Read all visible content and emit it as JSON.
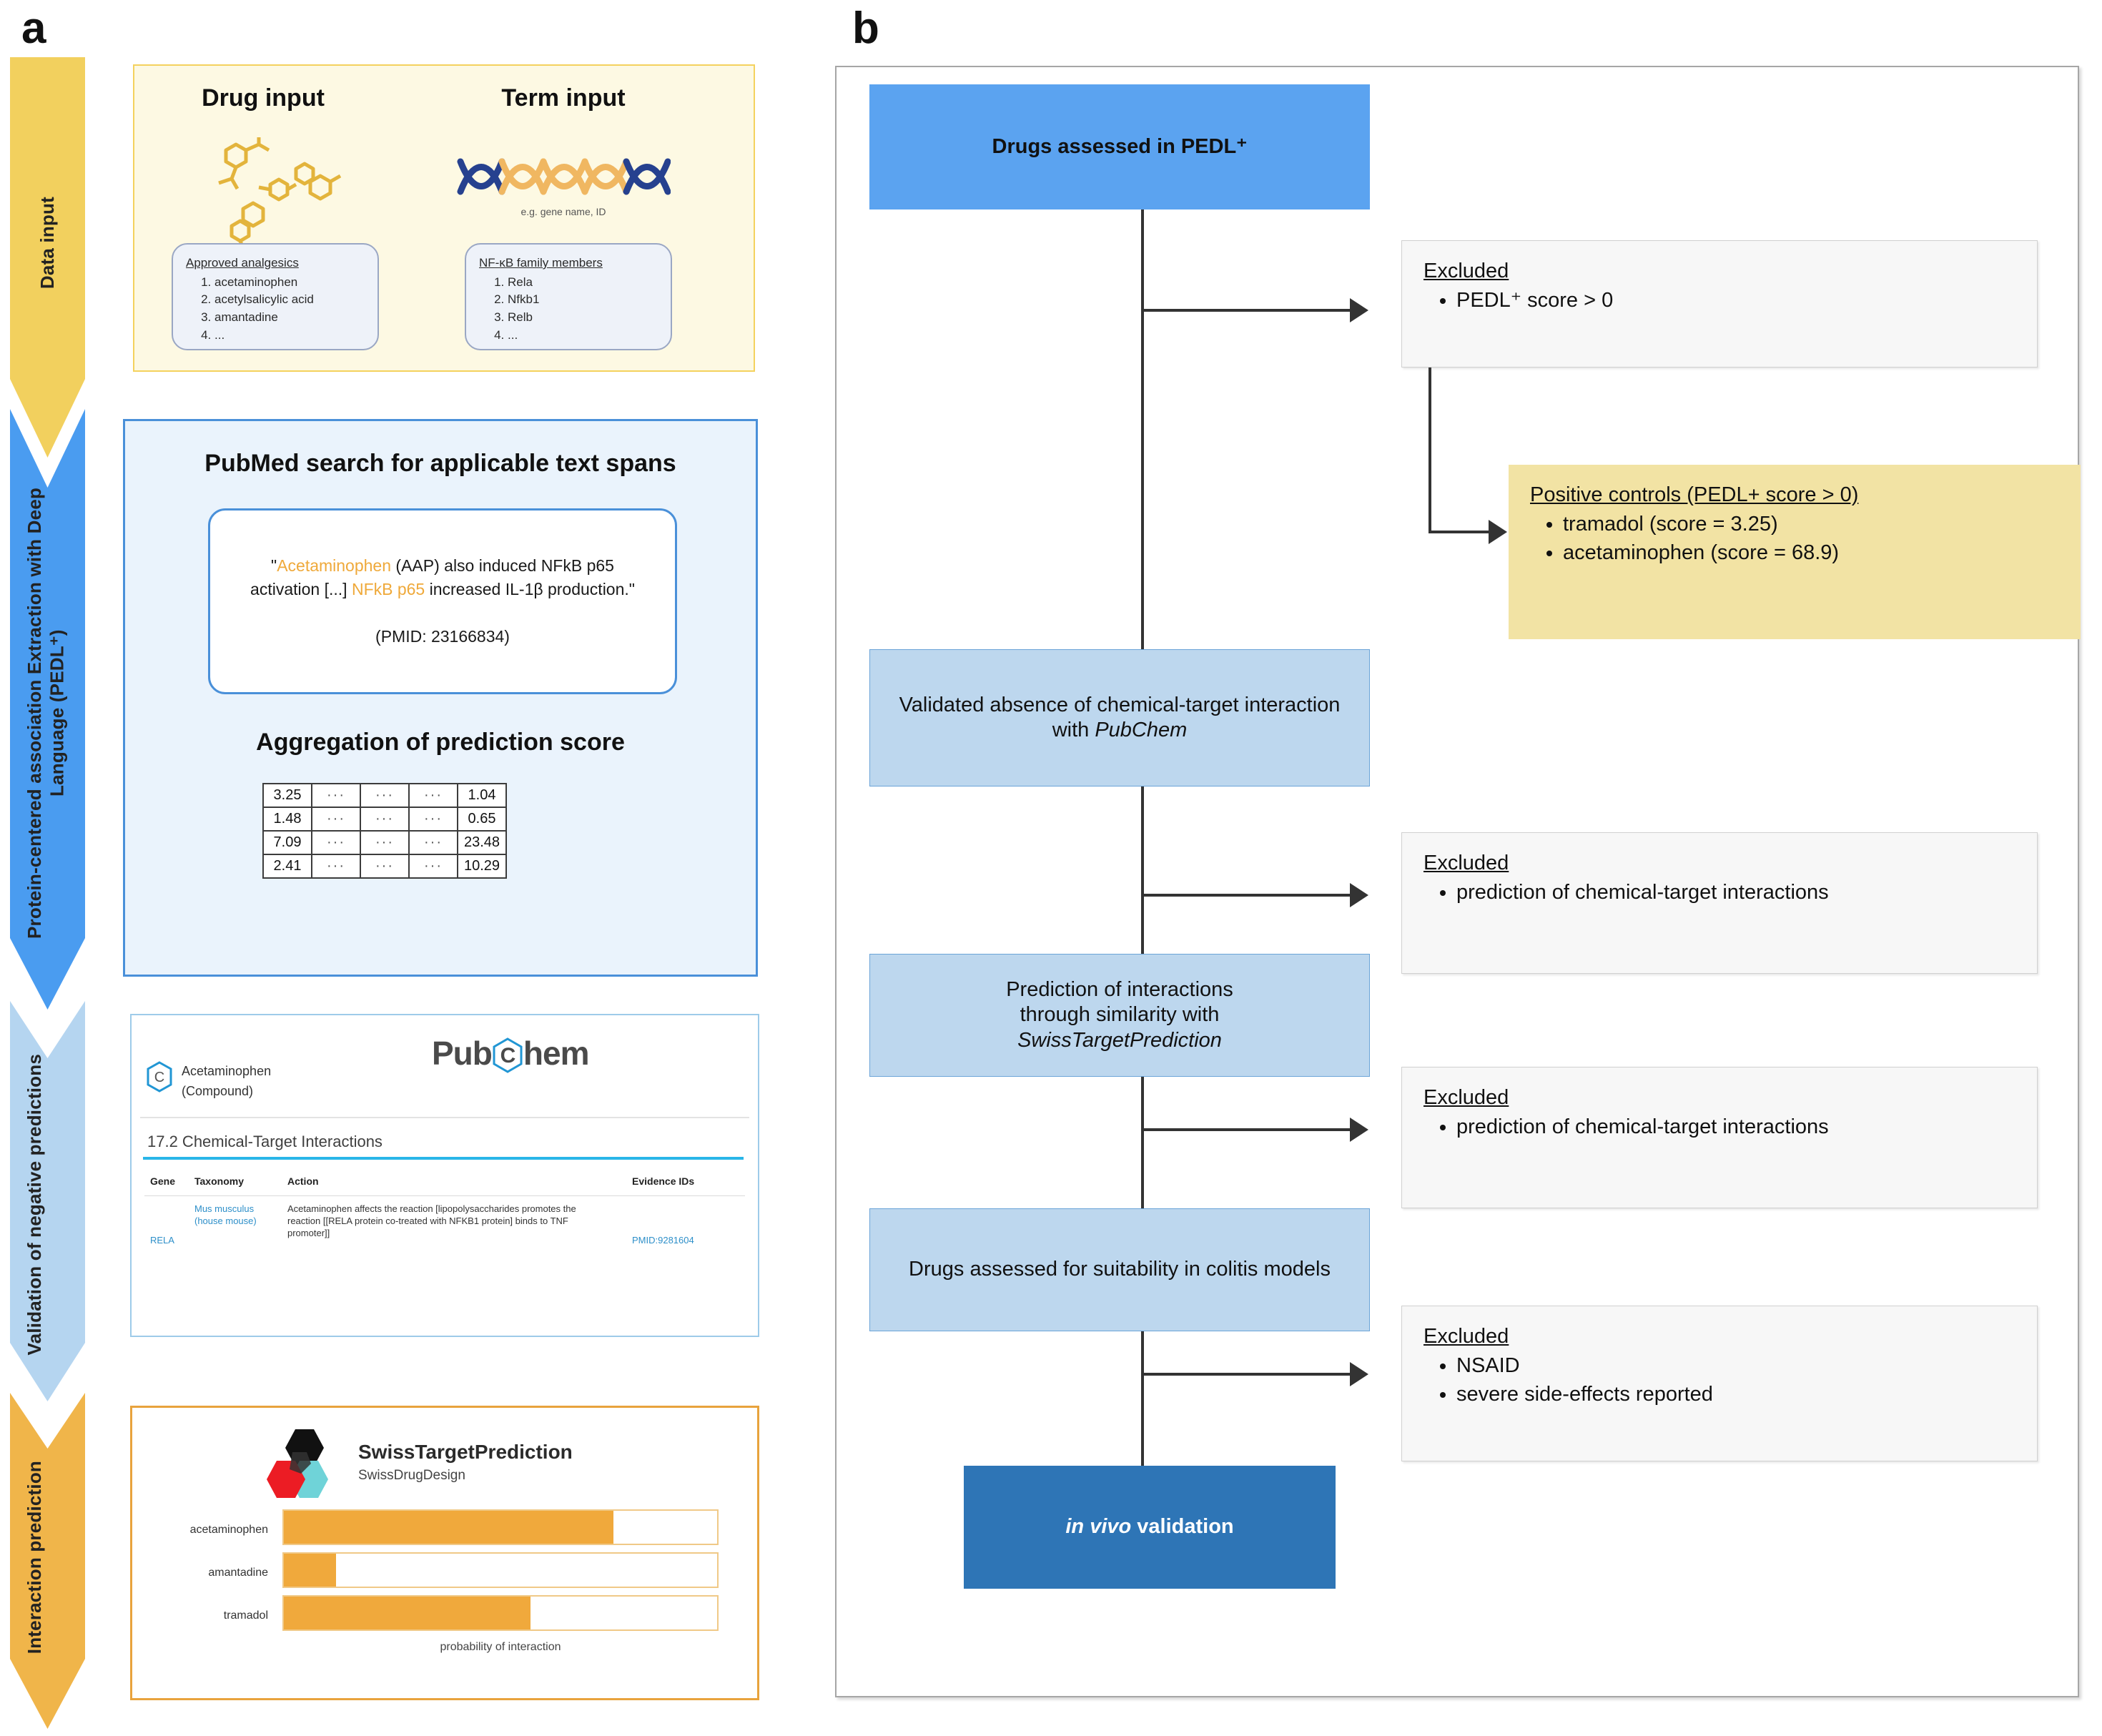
{
  "panels": {
    "a_letter": "a",
    "b_letter": "b"
  },
  "panel_a": {
    "stages": [
      {
        "label": "Data input",
        "color": "#f2d05e"
      },
      {
        "label": "Protein-centered association Extraction with Deep Language (PEDL⁺)",
        "color": "#4a9cf0"
      },
      {
        "label": "Validation of negative predictions",
        "color": "#b5d5f0"
      },
      {
        "label": "Interaction prediction",
        "color": "#f0b54a"
      }
    ],
    "data_input": {
      "drug_title": "Drug input",
      "term_title": "Term input",
      "term_caption": "e.g. gene name, ID",
      "drug_list": {
        "heading": "Approved analgesics",
        "items": [
          "acetaminophen",
          "acetylsalicylic acid",
          "amantadine",
          "..."
        ]
      },
      "term_list": {
        "heading": "NF-κB family members",
        "items": [
          "Rela",
          "Nfkb1",
          "Relb",
          "..."
        ]
      }
    },
    "pedl": {
      "title": "PubMed search for applicable text spans",
      "quote_pre": "\"",
      "quote_hl1": "Acetaminophen",
      "quote_mid1": " (AAP) also induced NFkB p65 activation [...] ",
      "quote_hl2": "NFkB p65",
      "quote_mid2": " increased IL-1β production.\"",
      "pmid": "(PMID: 23166834)",
      "agg_title": "Aggregation of prediction score",
      "table_rows": [
        [
          "3.25",
          "···",
          "···",
          "···",
          "1.04"
        ],
        [
          "1.48",
          "···",
          "···",
          "···",
          "0.65"
        ],
        [
          "7.09",
          "···",
          "···",
          "···",
          "23.48"
        ],
        [
          "2.41",
          "···",
          "···",
          "···",
          "10.29"
        ]
      ]
    },
    "pubchem": {
      "logo_pre": "Pub",
      "logo_hex": "C",
      "logo_post": "hem",
      "compound_name": "Acetaminophen",
      "compound_kind": "(Compound)",
      "section": "17.2 Chemical-Target Interactions",
      "headers": [
        "Gene",
        "Taxonomy",
        "Action",
        "Evidence  IDs"
      ],
      "row": {
        "gene": "RELA",
        "taxonomy": "Mus musculus (house mouse)",
        "action": "Acetaminophen affects the reaction [lipopolysaccharides promotes the reaction [[RELA protein co-treated with NFKB1 protein] binds to TNF promoter]]",
        "evidence": "PMID:9281604"
      }
    },
    "swiss": {
      "title": "SwissTargetPrediction",
      "subtitle": "SwissDrugDesign",
      "axis_label": "probability of interaction",
      "bars": [
        {
          "label": "acetaminophen",
          "value": 76
        },
        {
          "label": "amantadine",
          "value": 12
        },
        {
          "label": "tramadol",
          "value": 57
        }
      ]
    }
  },
  "panel_b": {
    "nodes": {
      "start": "Drugs assessed in PEDL⁺",
      "pubchem_step": "Validated absence of chemical-target interaction with PubChem",
      "pubchem_italic": "PubChem",
      "swiss_step_l1": "Prediction of interactions",
      "swiss_step_l2": "through similarity with",
      "swiss_step_l3": "SwissTargetPrediction",
      "colitis_step": "Drugs assessed for suitability in colitis models",
      "final_italic": "in vivo",
      "final_rest": " validation"
    },
    "excluded": [
      {
        "heading": "Excluded",
        "items": [
          "PEDL⁺ score > 0"
        ]
      },
      {
        "heading": "Excluded",
        "items": [
          "prediction of chemical-target interactions"
        ]
      },
      {
        "heading": "Excluded",
        "items": [
          "prediction of chemical-target interactions"
        ]
      },
      {
        "heading": "Excluded",
        "items": [
          "NSAID",
          "severe side-effects reported"
        ]
      }
    ],
    "positive_controls": {
      "heading": "Positive controls (PEDL+ score  > 0)",
      "items": [
        "tramadol (score = 3.25)",
        "acetaminophen (score = 68.9)"
      ]
    }
  },
  "colors": {
    "stage_yellow": "#f2d05e",
    "stage_blue": "#4a9cf0",
    "stage_lightblue": "#b5d5f0",
    "stage_orange": "#f0b54a",
    "box_blue": "#5ba3f0",
    "box_lightblue": "#bdd7ee",
    "box_darkblue": "#2e75b6",
    "box_yellow": "#f2e3a4",
    "accent_orange": "#f0a93c",
    "dna_blue": "#26418f",
    "dna_orange": "#f0b761"
  }
}
